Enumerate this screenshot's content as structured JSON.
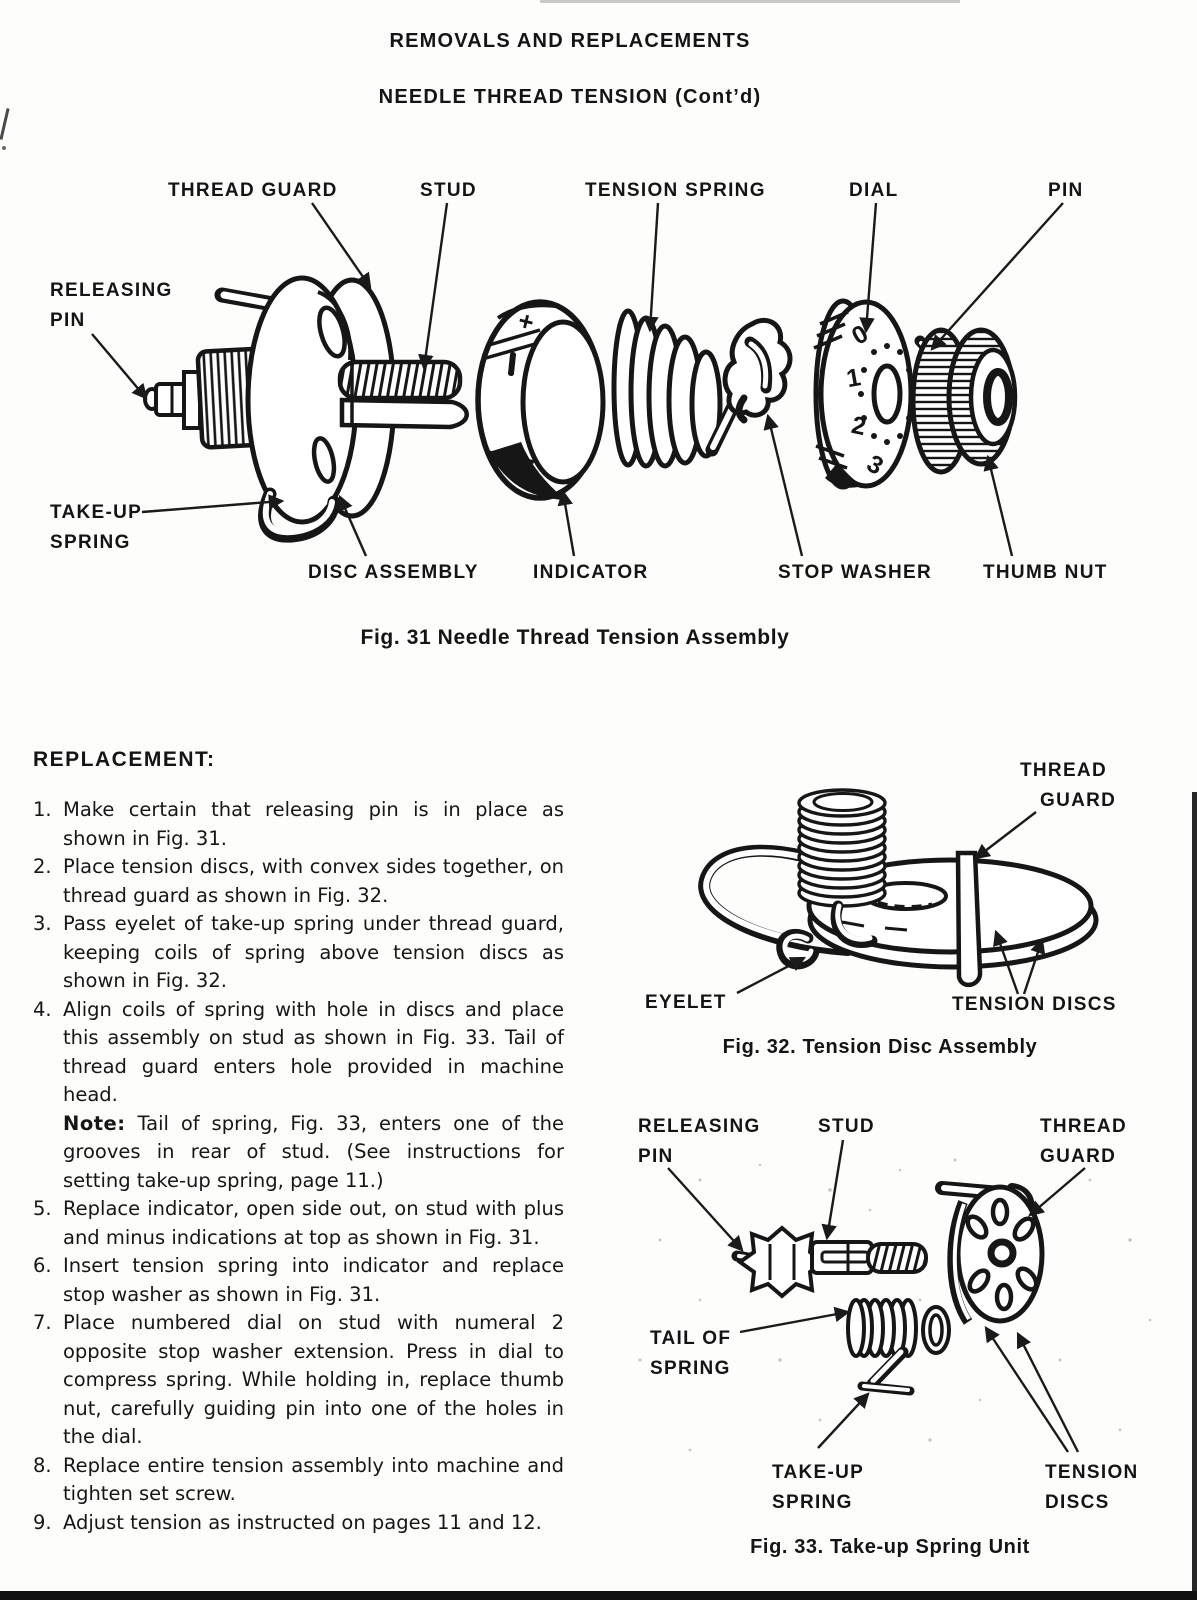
{
  "page": {
    "title": "REMOVALS AND REPLACEMENTS",
    "subtitle": "NEEDLE THREAD TENSION (Cont’d)"
  },
  "fig31": {
    "caption": "Fig. 31 Needle Thread Tension Assembly",
    "labels": {
      "thread_guard": "THREAD GUARD",
      "stud": "STUD",
      "tension_spring": "TENSION SPRING",
      "dial": "DIAL",
      "pin": "PIN",
      "releasing_line1": "RELEASING",
      "releasing_line2": "PIN",
      "takeup_line1": "TAKE-UP",
      "takeup_line2": "SPRING",
      "disc_assembly": "DISC ASSEMBLY",
      "indicator": "INDICATOR",
      "stop_washer": "STOP WASHER",
      "thumb_nut": "THUMB NUT"
    },
    "dial_numbers": [
      "0",
      "1",
      "2",
      "3"
    ],
    "indicator_plus": "+"
  },
  "replacement": {
    "heading": "REPLACEMENT:",
    "steps": [
      {
        "num": "1.",
        "text": "Make certain that releasing pin is in place as shown in Fig. 31."
      },
      {
        "num": "2.",
        "text": "Place tension discs, with convex sides together, on thread guard as shown in Fig. 32."
      },
      {
        "num": "3.",
        "text": "Pass eyelet of take-up spring under thread guard, keeping coils of spring above tension discs as shown in Fig. 32."
      },
      {
        "num": "4.",
        "text": "Align coils of spring with hole in discs and place this assembly on stud as shown in Fig. 33. Tail of thread guard enters hole provided in machine head.",
        "note_label": "Note:",
        "note_text": " Tail of spring, Fig. 33, enters one of the grooves in rear of stud. (See instructions for setting take-up spring, page 11.)"
      },
      {
        "num": "5.",
        "text": "Replace indicator, open side out, on stud with plus and minus indications at top as shown in Fig. 31."
      },
      {
        "num": "6.",
        "text": "Insert tension spring into indicator and replace stop washer as shown in Fig. 31."
      },
      {
        "num": "7.",
        "text": "Place numbered dial on stud with numeral 2 opposite stop washer extension. Press in dial to compress spring. While holding in, replace thumb nut, carefully guiding pin into one of the holes in the dial."
      },
      {
        "num": "8.",
        "text": "Replace entire tension assembly into machine and tighten set screw."
      },
      {
        "num": "9.",
        "text": "Adjust tension as instructed on pages 11 and 12."
      }
    ]
  },
  "fig32": {
    "caption": "Fig. 32. Tension Disc Assembly",
    "labels": {
      "thread_line1": "THREAD",
      "thread_line2": "GUARD",
      "eyelet": "EYELET",
      "tension_discs": "TENSION DISCS"
    }
  },
  "fig33": {
    "caption": "Fig. 33. Take-up Spring Unit",
    "labels": {
      "releasing_line1": "RELEASING",
      "releasing_line2": "PIN",
      "stud": "STUD",
      "thread_line1": "THREAD",
      "thread_line2": "GUARD",
      "tail_line1": "TAIL OF",
      "tail_line2": "SPRING",
      "takeup_line1": "TAKE-UP",
      "takeup_line2": "SPRING",
      "tension_line1": "TENSION",
      "tension_line2": "DISCS"
    }
  },
  "colors": {
    "ink": "#161616",
    "paper": "#fdfdfb"
  }
}
